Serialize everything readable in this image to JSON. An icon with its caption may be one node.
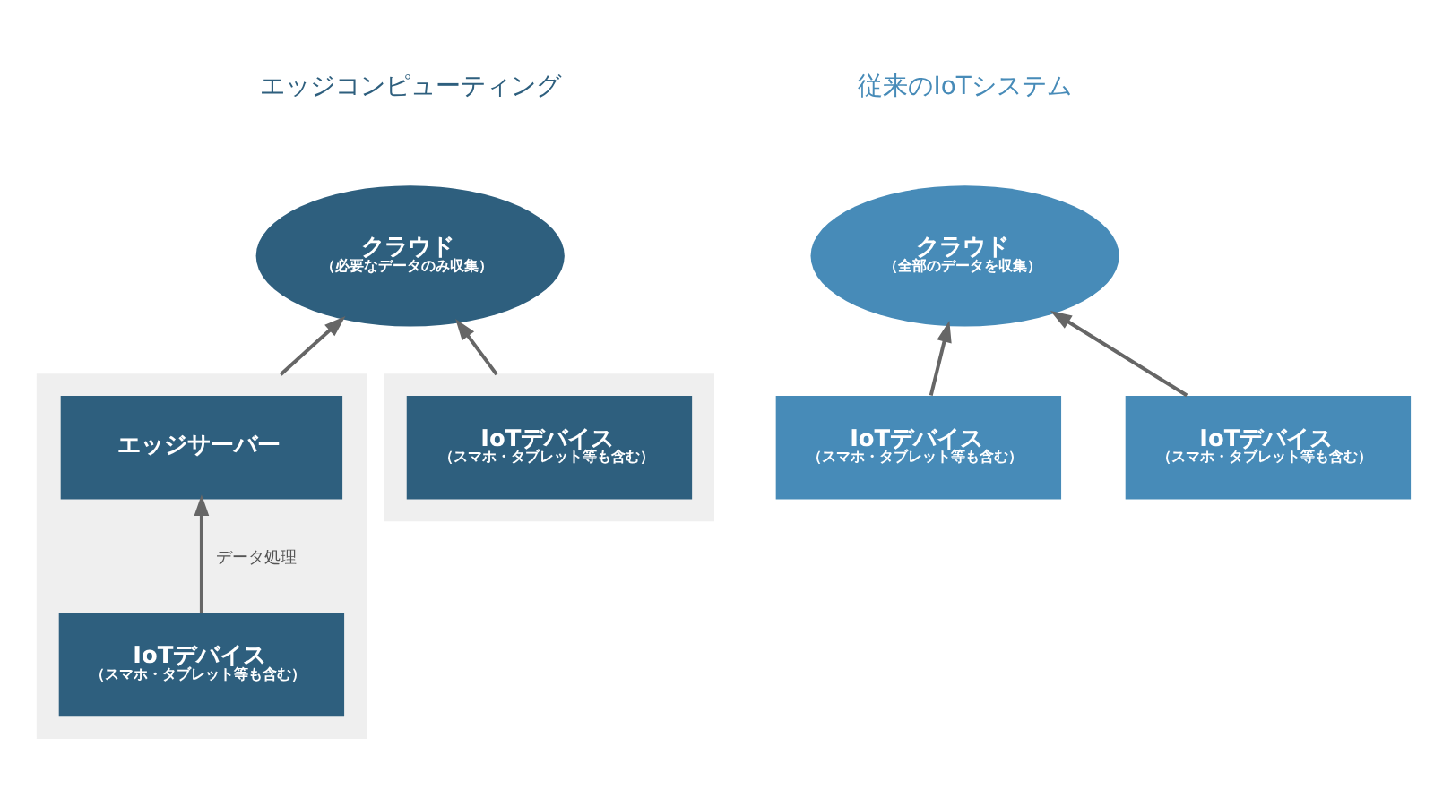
{
  "diagram": {
    "nodes": [
      {
        "text": [
          "クラウド",
          "（必要なデータのみ収集）"
        ]
      },
      {
        "text": [],
        "shape": "box"
      },
      {
        "text": [
          "エッジサーバー"
        ],
        "in": 1
      },
      {
        "text": [
          "IoTデバイス",
          "（スマホ・タブレット等も含む）"
        ],
        "in": 1
      },
      {
        "text": [],
        "shape": "box"
      },
      {
        "text": [
          "IoTデバイス",
          "（スマホ・タブレット等も含む）"
        ],
        "in": 4
      },
      {
        "text": [
          "クラウド",
          "（全部のデータを収集）"
        ]
      },
      {
        "text": [
          "IoTデバイス",
          "（スマホ・タブレット等も含む）"
        ]
      },
      {
        "text": [
          "IoTデバイス",
          "（スマホ・タブレット等も含む）"
        ]
      }
    ],
    "edges": [
      {
        "from": 3,
        "to": 2,
        "arrow": "to",
        "label": "データ処理"
      },
      {
        "from": 1,
        "to": 0,
        "arrow": "to"
      },
      {
        "from": 4,
        "to": 0,
        "arrow": "to"
      },
      {
        "from": 7,
        "to": 6,
        "arrow": "to"
      },
      {
        "from": 8,
        "to": 6,
        "arrow": "to"
      }
    ],
    "labels": [
      "エッジコンピューティング",
      "従来のIoTシステム"
    ]
  }
}
